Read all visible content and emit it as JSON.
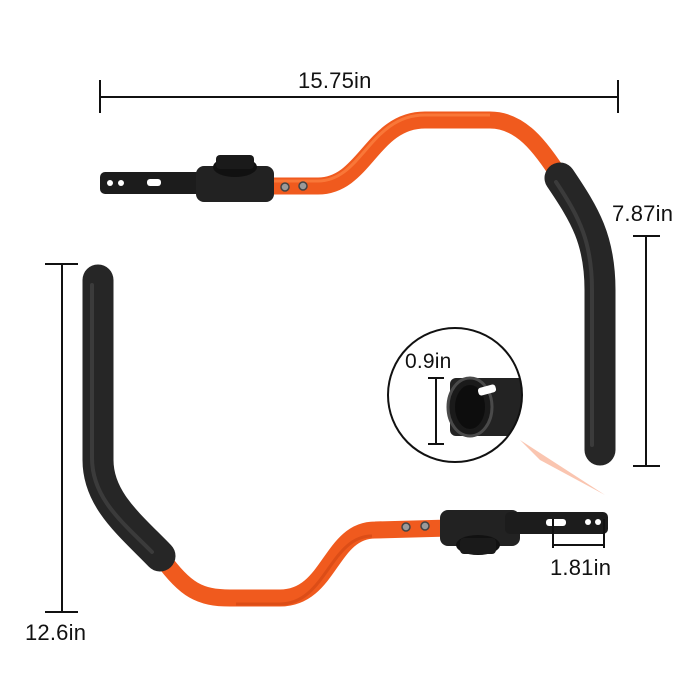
{
  "product": {
    "description_hidden": false
  },
  "dimensions": {
    "overall_width": "15.75in",
    "right_bar_height": "7.87in",
    "left_bar_height": "12.6in",
    "tube_inner_diameter": "0.9in",
    "mount_slot_length": "1.81in"
  },
  "colors": {
    "bar_orange": "#f05a1e",
    "grip_black": "#2a2a2a",
    "bracket_black": "#1c1c1c",
    "dimension_line": "#111111"
  },
  "icons": [
    "detail-zoom-circle"
  ]
}
